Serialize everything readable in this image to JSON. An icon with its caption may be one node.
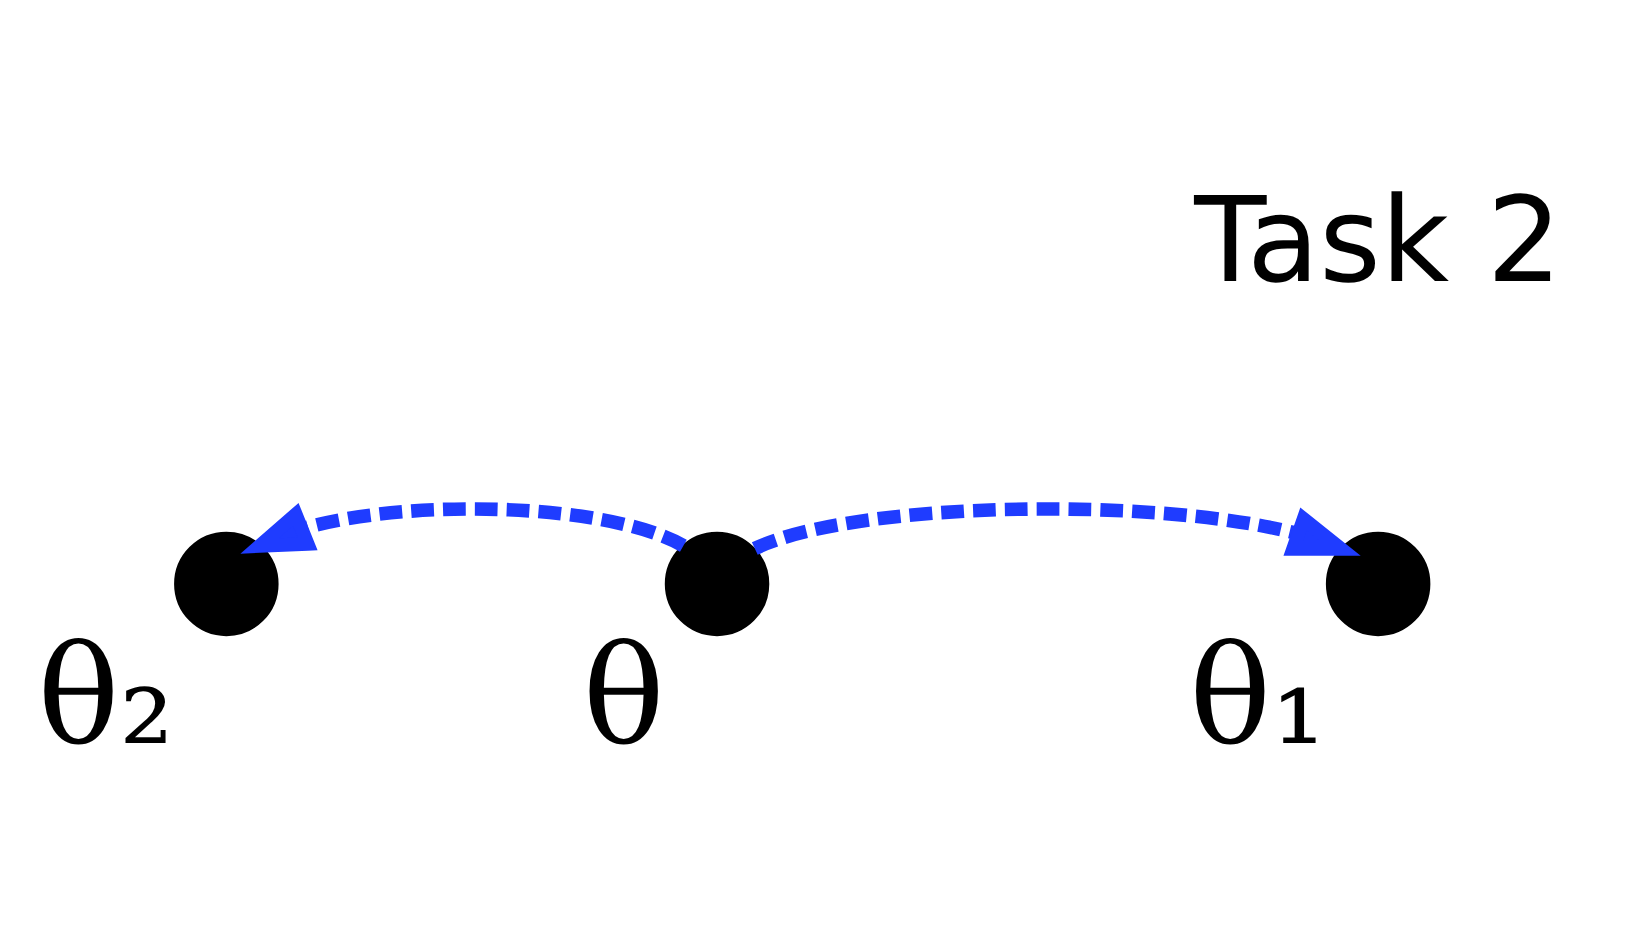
{
  "diagram": {
    "nodes": [
      {
        "text": [],
        "shape": "circle",
        "beside": [
          "θ₂"
        ]
      },
      {
        "text": [],
        "shape": "circle",
        "beside": [
          "θ"
        ]
      },
      {
        "text": [],
        "shape": "circle",
        "beside": [
          "θ₁"
        ]
      }
    ],
    "edges": [
      {
        "from": 1,
        "to": 0,
        "arrow": "to",
        "style": "dashed",
        "color": "#1f3cff"
      },
      {
        "from": 1,
        "to": 2,
        "arrow": "to",
        "style": "dashed",
        "color": "#1f3cff"
      }
    ],
    "labels": [
      "Task 2"
    ]
  }
}
